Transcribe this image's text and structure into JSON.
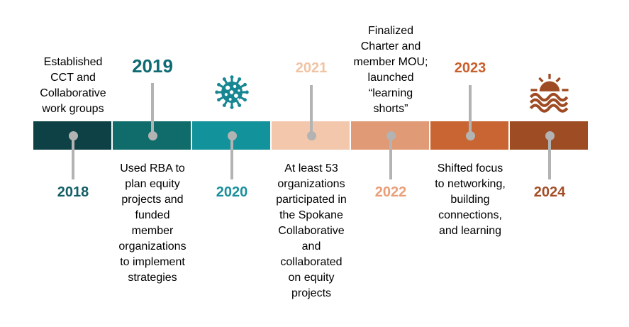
{
  "page": {
    "background": "#ffffff"
  },
  "connector": {
    "color": "#b3b3b3"
  },
  "timeline": {
    "segments": [
      {
        "year": "2018",
        "bar_color": "#0d4145",
        "year_color": "#135e66",
        "year_position": "below",
        "text_position": "above",
        "text": "Established\nCCT and\nCollaborative\nwork groups"
      },
      {
        "year": "2019",
        "bar_color": "#0f6c6b",
        "year_color": "#0f6a73",
        "year_position": "above",
        "text_position": "below",
        "text": "Used RBA to\nplan equity\nprojects and\nfunded\nmember\norganizations\nto implement\nstrategies"
      },
      {
        "year": "2020",
        "bar_color": "#12929a",
        "year_color": "#1b909b",
        "year_position": "below",
        "text_position": "none",
        "icon": "virus-icon",
        "icon_color": "#168792"
      },
      {
        "year": "2021",
        "bar_color": "#f2c7ac",
        "year_color": "#f0c3a3",
        "year_position": "above",
        "text_position": "below",
        "text": "At least 53\norganizations\nparticipated in\nthe Spokane\nCollaborative\nand\ncollaborated\non equity\nprojects"
      },
      {
        "year": "2022",
        "bar_color": "#e09a75",
        "year_color": "#e99e77",
        "year_position": "below",
        "text_position": "above",
        "text": "Finalized\nCharter and\nmember MOU;\nlaunched\n“learning\nshorts”"
      },
      {
        "year": "2023",
        "bar_color": "#c96532",
        "year_color": "#c95f2c",
        "year_position": "above",
        "text_position": "below",
        "text": "Shifted focus\nto networking,\nbuilding\nconnections,\nand learning"
      },
      {
        "year": "2024",
        "bar_color": "#9d4c24",
        "year_color": "#a34d28",
        "year_position": "below",
        "text_position": "none",
        "icon": "sunrise-over-water-icon",
        "icon_color": "#9e4a22"
      }
    ]
  }
}
